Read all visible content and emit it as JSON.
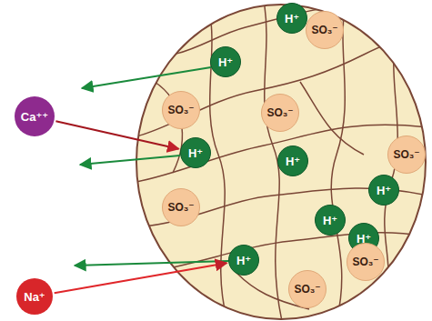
{
  "diagram": {
    "nodes": [
      {
        "text": [
          "H⁺"
        ]
      },
      {
        "text": [
          "SO₃⁻"
        ]
      },
      {
        "text": [
          "H⁺"
        ]
      },
      {
        "text": [
          "SO₃⁻"
        ]
      },
      {
        "text": [
          "SO₃⁻"
        ]
      },
      {
        "text": [
          "Ca⁺⁺"
        ]
      },
      {
        "text": [
          "H⁺"
        ]
      },
      {
        "text": [
          "SO₃⁻"
        ]
      },
      {
        "text": [
          "H⁺"
        ]
      },
      {
        "text": [
          "H⁺"
        ]
      },
      {
        "text": [
          "SO₃⁻"
        ]
      },
      {
        "text": [
          "H⁺"
        ]
      },
      {
        "text": [
          "H⁺"
        ]
      },
      {
        "text": [
          "H⁺"
        ]
      },
      {
        "text": [
          "SO₃⁻"
        ]
      },
      {
        "text": [
          "SO₃⁻"
        ]
      },
      {
        "text": [
          "Na⁺"
        ]
      }
    ],
    "edges": [
      {
        "from": 5,
        "to": 6,
        "arrow": "to"
      },
      {
        "from": 16,
        "to": 13,
        "arrow": "to"
      }
    ]
  }
}
